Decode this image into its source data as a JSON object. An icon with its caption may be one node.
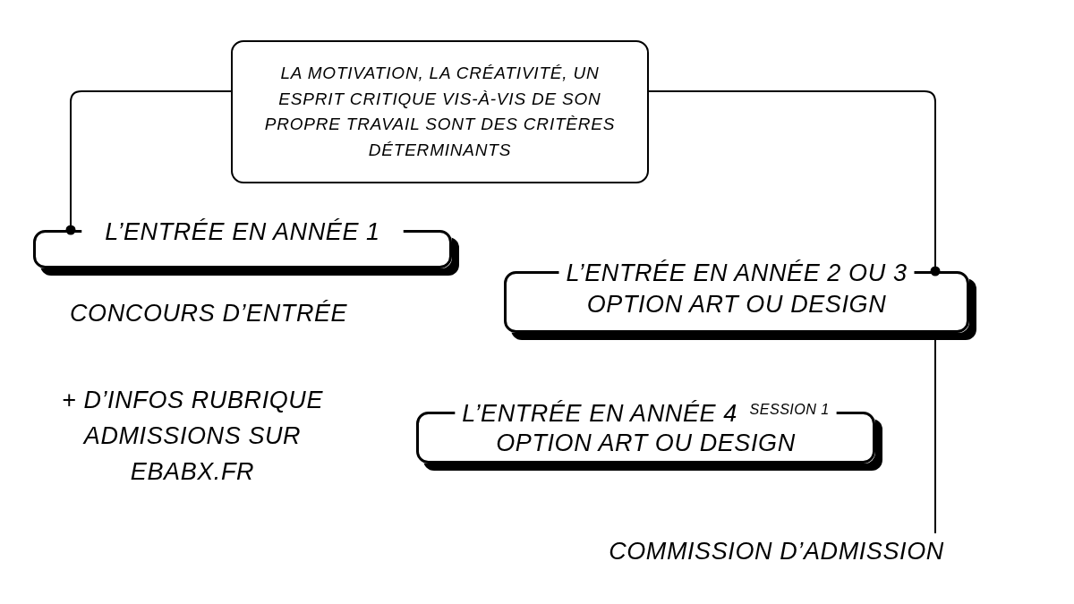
{
  "diagram": {
    "nodes": [
      {
        "text": [
          "LA MOTIVATION, LA CRÉATIVITÉ, UN ESPRIT CRITIQUE VIS-À-VIS DE SON PROPRE TRAVAIL SONT DES CRITÈRES DÉTERMINANTS"
        ]
      },
      {
        "text": [
          "L’ENTRÉE EN ANNÉE 1"
        ],
        "beside": [
          "CONCOURS D’ENTRÉE"
        ]
      },
      {
        "text": [
          "L’ENTRÉE EN ANNÉE 2 OU 3",
          "OPTION ART OU DESIGN"
        ]
      },
      {
        "text": [
          "L’ENTRÉE EN ANNÉE 4 $^{SESSION 1}$",
          "OPTION ART OU DESIGN"
        ]
      },
      {
        "text": [
          "COMMISSION D’ADMISSION"
        ]
      }
    ],
    "edges": [
      {
        "from": 0,
        "to": 1,
        "arrow": "other"
      },
      {
        "from": 0,
        "to": 2,
        "arrow": "other"
      },
      {
        "from": 2,
        "to": 4,
        "arrow": "none"
      }
    ],
    "labels": [
      "+ D’INFOS RUBRIQUE ADMISSIONS SUR EBABX.FR"
    ]
  }
}
